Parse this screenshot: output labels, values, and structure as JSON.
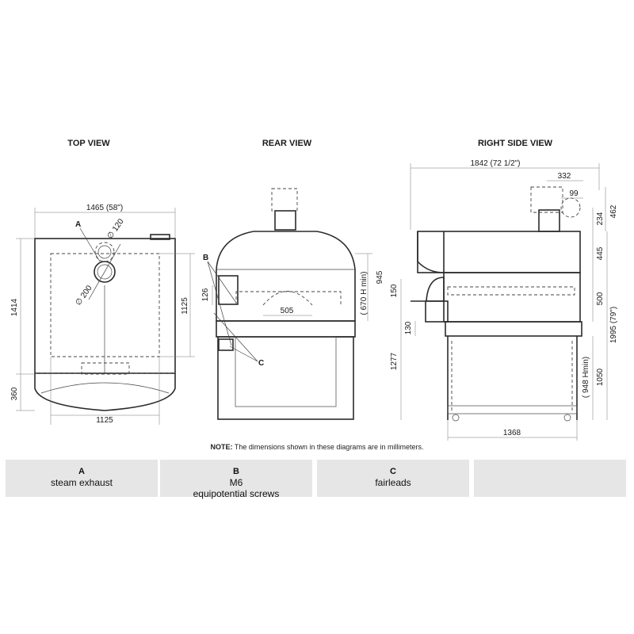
{
  "titles": {
    "top": "TOP VIEW",
    "rear": "REAR VIEW",
    "side": "RIGHT SIDE VIEW"
  },
  "dims": {
    "top_width": "1465 (58\")",
    "top_depth": "1414",
    "top_front": "360",
    "top_inner": "1125",
    "top_base": "1125",
    "dia_120": "∅ 120",
    "dia_200": "∅ 200",
    "rear_945": "945",
    "rear_670": "( 670 H min)",
    "rear_126": "126",
    "rear_505": "505",
    "side_1842": "1842 (72 1/2\")",
    "side_332": "332",
    "side_99": "99",
    "side_462": "462",
    "side_234": "234",
    "side_445": "445",
    "side_150": "150",
    "side_500": "500",
    "side_1995": "1995  (79\")",
    "side_130": "130",
    "side_1277": "1277",
    "side_948": "( 948 Hmin)",
    "side_1050": "1050",
    "side_1368": "1368"
  },
  "callouts": {
    "a": "A",
    "b": "B",
    "c": "C"
  },
  "note": {
    "bold": "NOTE:",
    "text": " The dimensions shown in these diagrams are in millimeters."
  },
  "legend": [
    {
      "letter": "A",
      "lines": [
        "steam exhaust"
      ]
    },
    {
      "letter": "B",
      "lines": [
        "M6",
        "equipotential screws"
      ]
    },
    {
      "letter": "C",
      "lines": [
        "fairleads"
      ]
    },
    {
      "letter": "",
      "lines": []
    }
  ]
}
